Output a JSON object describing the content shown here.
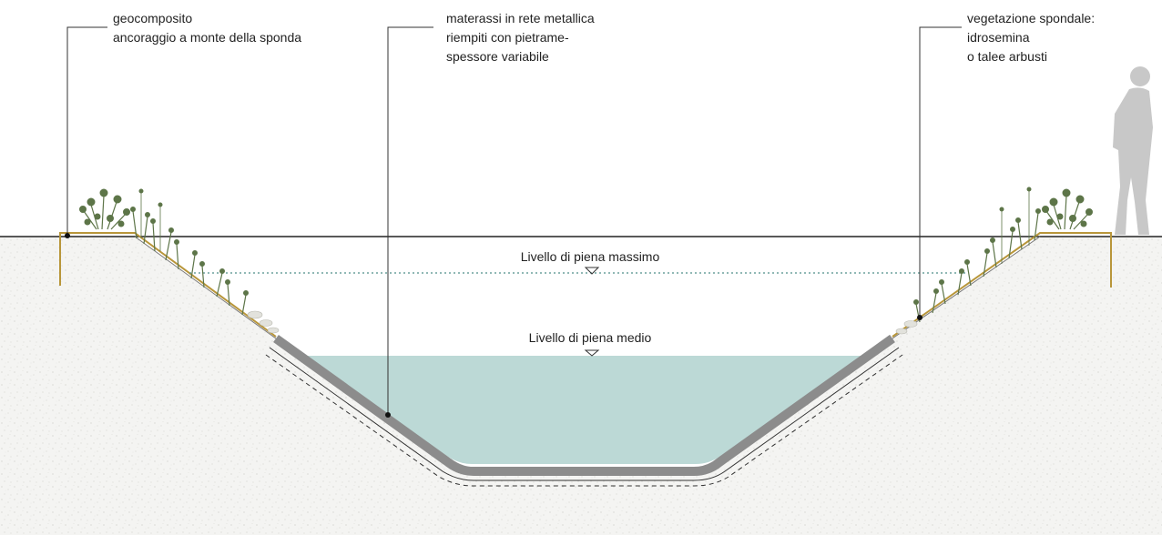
{
  "annotations": {
    "geocomposite": {
      "lines": [
        "geocomposito",
        "ancoraggio a monte della sponda"
      ]
    },
    "mattress": {
      "lines": [
        "materassi in rete metallica",
        "riempiti con pietrame-",
        "spessore variabile"
      ]
    },
    "vegetation": {
      "lines": [
        "vegetazione spondale:",
        "idrosemina",
        "o talee  arbusti"
      ]
    }
  },
  "levels": {
    "max_flood": "Livello di piena massimo",
    "mean_flood": "Livello di piena medio"
  },
  "colors": {
    "ground_fill": "#f4f4f2",
    "ground_speckle": "#c9c9c4",
    "water": "#bcd9d6",
    "mattress": "#8c8c8c",
    "geocomposite": "#b8963a",
    "vegetation": "#5d7548",
    "max_level_line": "#4f8f8a",
    "person": "#c8c8c8"
  }
}
